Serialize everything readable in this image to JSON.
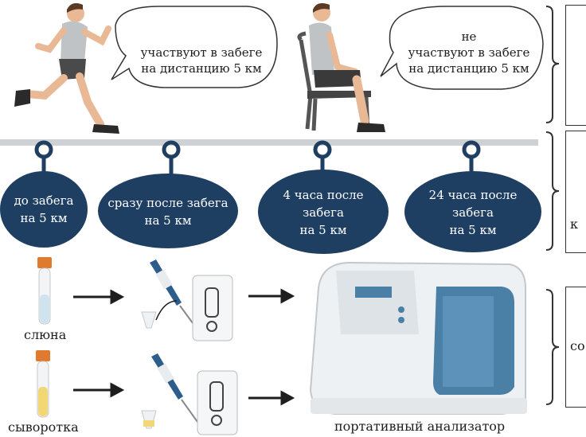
{
  "bubbles": {
    "left": [
      "участвуют в забеге",
      "на дистанцию 5 км"
    ],
    "right": [
      "не",
      "участвуют в забеге",
      "на дистанцию 5 км"
    ]
  },
  "timepoints": [
    {
      "lines": [
        "до забега",
        "на 5 км"
      ]
    },
    {
      "lines": [
        "сразу после забега",
        "на 5 км"
      ]
    },
    {
      "lines": [
        "4 часа после",
        "забега",
        "на 5 км"
      ]
    },
    {
      "lines": [
        "24 часа после",
        "забега",
        "на 5 км"
      ]
    }
  ],
  "samples": {
    "saliva": "слюна",
    "serum": "сыворотка"
  },
  "analyzer_label": "портативный анализатор",
  "side_fragments": {
    "middle": "к",
    "bottom": "со"
  },
  "colors": {
    "navy": "#1f3f62",
    "track": "#cfd2d4",
    "analyzer_blue": "#4a7fa6"
  }
}
